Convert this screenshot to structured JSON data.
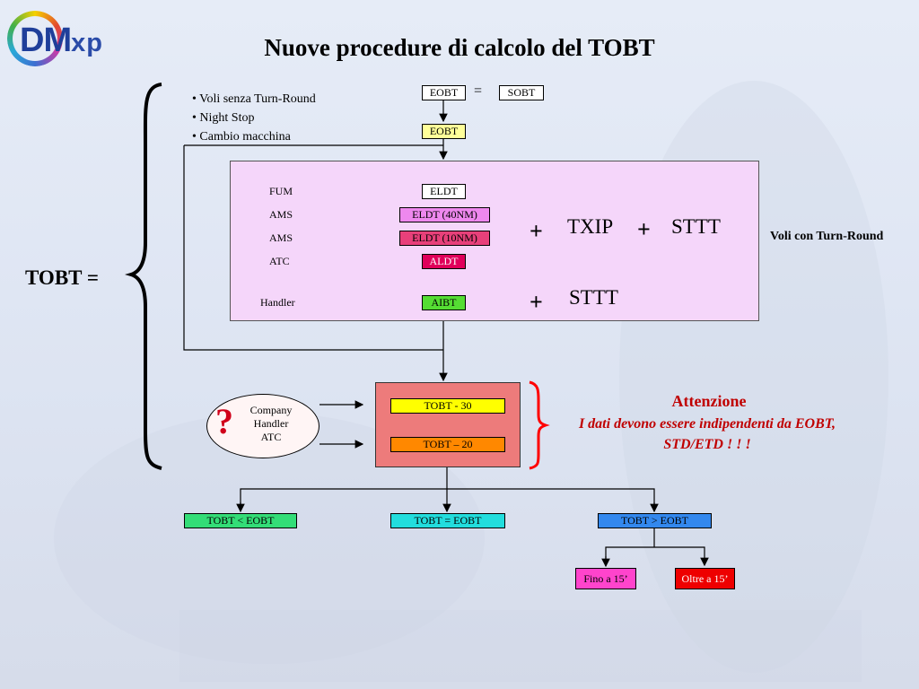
{
  "logo": {
    "main": "DM",
    "suffix": "xp"
  },
  "title": "Nuove procedure di calcolo del TOBT",
  "bullets": [
    "• Voli senza Turn-Round",
    "• Night Stop",
    "• Cambio macchina"
  ],
  "top": {
    "eobt_left": "EOBT",
    "equals": "=",
    "sobt": "SOBT",
    "eobt_below": "EOBT"
  },
  "tobt_equals": "TOBT =",
  "sources": [
    "FUM",
    "AMS",
    "AMS",
    "ATC"
  ],
  "handler_label": "Handler",
  "inputs": [
    "ELDT",
    "ELDT (40NM)",
    "ELDT (10NM)",
    "ALDT"
  ],
  "aibt": "AIBT",
  "formula": {
    "plus": "+",
    "txip": "TXIP",
    "sttt": "STTT"
  },
  "voli_turn_round": "Voli con Turn-Round",
  "ellipse": {
    "question": "?",
    "lines": [
      "Company",
      "Handler",
      "ATC"
    ]
  },
  "red_boxes": [
    "TOBT - 30",
    "TOBT – 20"
  ],
  "attention": {
    "title": "Attenzione",
    "text": "I dati devono essere indipendenti da EOBT, STD/ETD  ! ! !"
  },
  "outcomes": [
    "TOBT < EOBT",
    "TOBT = EOBT",
    "TOBT > EOBT"
  ],
  "sub_outcomes": [
    "Fino a 15’",
    "Oltre a 15’"
  ],
  "colors": {
    "eldt": "#ffffff",
    "eldt40": "#ee88ee",
    "eldt10": "#e8407a",
    "aldt": "#e0005a",
    "aibt": "#55dd33",
    "tobt30": "#ffff00",
    "tobt20": "#ff8800",
    "lt": "#33dd77",
    "eq": "#22dddd",
    "gt": "#3388ee",
    "fino": "#ff44cc",
    "oltre": "#ee0000",
    "accent_red": "#c00000"
  }
}
